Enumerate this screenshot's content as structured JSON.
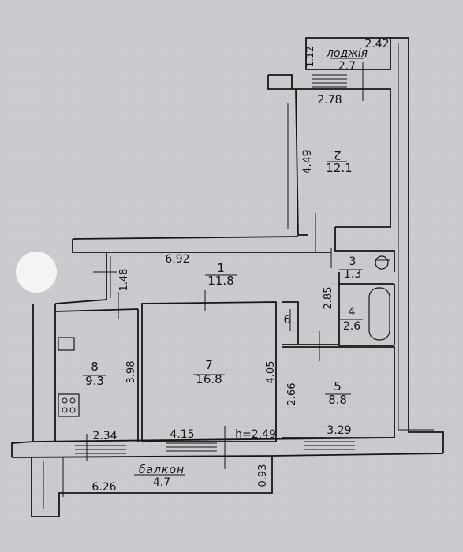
{
  "rooms": {
    "loggia": {
      "label": "лоджія",
      "area": "2.7",
      "dim_width": "2.42",
      "dim_depth": "1.12",
      "dim_bottom": "2.78"
    },
    "room2": {
      "number": "2",
      "area": "12.1",
      "dim_length": "4.49"
    },
    "room1": {
      "number": "1",
      "area": "11.8",
      "dim_length": "6.92",
      "dim_width": "1.48"
    },
    "room3": {
      "number": "3",
      "area": "1.3"
    },
    "room4": {
      "number": "4",
      "area": "2.6",
      "dim_length": "2.85"
    },
    "room6": {
      "number": "6"
    },
    "room7": {
      "number": "7",
      "area": "16.8",
      "dim_width": "4.15",
      "dim_length": "4.05",
      "height": "h=2.49"
    },
    "room8": {
      "number": "8",
      "area": "9.3",
      "dim_width": "2.34",
      "dim_length": "3.98"
    },
    "room5": {
      "number": "5",
      "area": "8.8",
      "dim_width": "3.29",
      "dim_length": "2.66"
    },
    "balcony": {
      "label": "балкон",
      "area": "4.7",
      "dim_length": "6.26",
      "dim_depth": "0.93"
    }
  },
  "colors": {
    "paper": "#c9cbcf",
    "grid": "#b9bcc1",
    "ink": "#151515"
  }
}
